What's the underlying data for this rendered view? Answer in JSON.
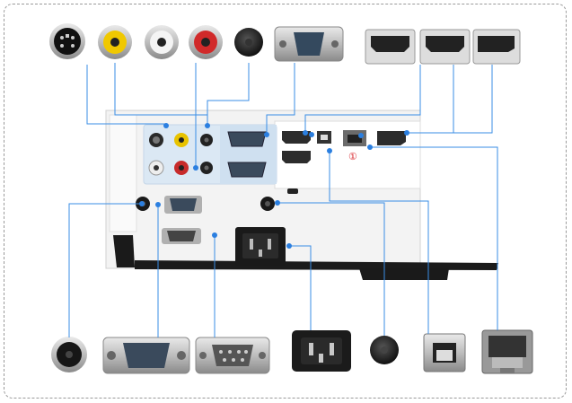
{
  "callout": {
    "marker": "①"
  },
  "top_connectors": [
    {
      "name": "s-video-plug"
    },
    {
      "name": "composite-video-rca-yellow"
    },
    {
      "name": "audio-rca-white"
    },
    {
      "name": "audio-rca-red"
    },
    {
      "name": "mini-jack-audio-plug"
    },
    {
      "name": "vga-plug-top"
    },
    {
      "name": "hdmi-plug-1"
    },
    {
      "name": "hdmi-plug-2"
    },
    {
      "name": "displayport-plug"
    }
  ],
  "bottom_connectors": [
    {
      "name": "mini-jack-plug-bottom"
    },
    {
      "name": "vga-monitor-out-plug"
    },
    {
      "name": "rs232-serial-plug"
    },
    {
      "name": "ac-power-plug"
    },
    {
      "name": "mini-jack-plug-right"
    },
    {
      "name": "usb-b-plug"
    },
    {
      "name": "rj45-lan-plug"
    }
  ],
  "colors": {
    "line": "#3a8ee6",
    "dot": "#2b7fe0",
    "panel": "#dbe8f4",
    "projector": "#f2f2f2",
    "callout": "#d8232a"
  }
}
